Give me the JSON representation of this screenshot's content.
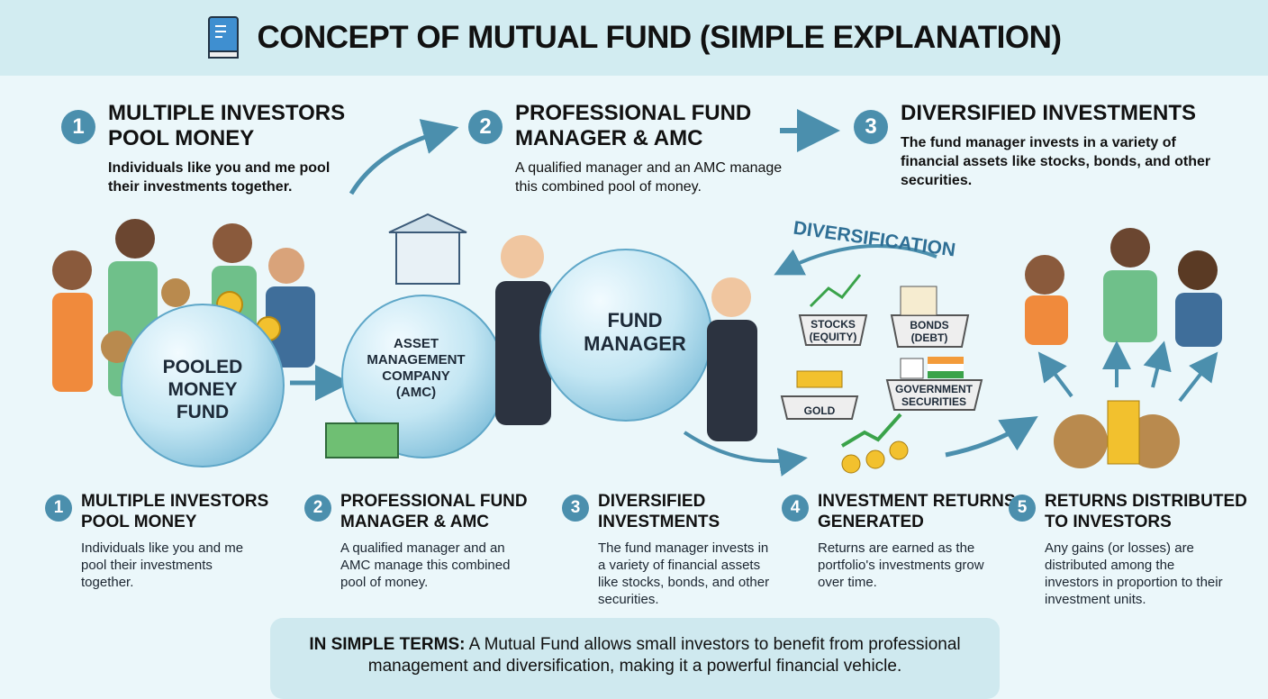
{
  "header": {
    "title": "CONCEPT OF MUTUAL FUND (SIMPLE EXPLANATION)",
    "icon": "book-icon"
  },
  "top_steps": [
    {
      "num": "1",
      "title_line1": "MULTIPLE INVESTORS",
      "title_line2": "POOL MONEY",
      "desc": "Individuals like you and me pool their investments together."
    },
    {
      "num": "2",
      "title_line1": "PROFESSIONAL FUND",
      "title_line2": "MANAGER & AMC",
      "desc": "A qualified manager and an AMC manage this combined pool of money."
    },
    {
      "num": "3",
      "title_line1": "DIVERSIFIED INVESTMENTS",
      "title_line2": "",
      "desc": "The fund manager invests in a variety of financial assets like stocks, bonds, and other securities."
    }
  ],
  "illustration": {
    "pooled_l1": "POOLED",
    "pooled_l2": "MONEY",
    "pooled_l3": "FUND",
    "amc_l1": "ASSET",
    "amc_l2": "MANAGEMENT",
    "amc_l3": "COMPANY",
    "amc_l4": "(AMC)",
    "fm_l1": "FUND",
    "fm_l2": "MANAGER",
    "diversification": "DIVERSIFICATION",
    "stocks_l1": "STOCKS",
    "stocks_l2": "(EQUITY)",
    "bonds_l1": "BONDS",
    "bonds_l2": "(DEBT)",
    "gold": "GOLD",
    "gov_l1": "GOVERNMENT",
    "gov_l2": "SECURITIES"
  },
  "bottom_steps": [
    {
      "num": "1",
      "title_line1": "MULTIPLE INVESTORS",
      "title_line2": "POOL MONEY",
      "desc": "Individuals like you and me pool their investments together."
    },
    {
      "num": "2",
      "title_line1": "PROFESSIONAL FUND",
      "title_line2": "MANAGER & AMC",
      "desc": "A qualified manager and an AMC manage this combined pool of money."
    },
    {
      "num": "3",
      "title_line1": "DIVERSIFIED",
      "title_line2": "INVESTMENTS",
      "desc": "The fund manager invests in a variety of financial assets like stocks, bonds, and other securities."
    },
    {
      "num": "4",
      "title_line1": "INVESTMENT RETURNS",
      "title_line2": "GENERATED",
      "desc": "Returns are earned as the portfolio's investments grow over time."
    },
    {
      "num": "5",
      "title_line1": "RETURNS DISTRIBUTED",
      "title_line2": "TO INVESTORS",
      "desc": "Any gains (or losses) are distributed among the investors in proportion to their investment units."
    }
  ],
  "summary": {
    "label": "IN SIMPLE TERMS:",
    "text": " A Mutual Fund allows small investors to benefit from professional management and diversification, making it a powerful financial vehicle."
  },
  "colors": {
    "accent": "#4b8fad",
    "header_bg": "#d2ecf1",
    "bg": "#ebf7fa",
    "bubble": "#bfe3f1"
  }
}
